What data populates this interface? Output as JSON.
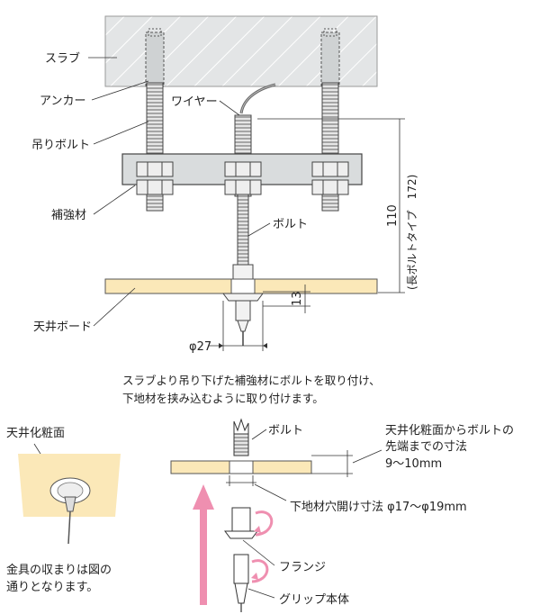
{
  "labels": {
    "slab": "スラブ",
    "anchor": "アンカー",
    "hanging_bolt": "吊りボルト",
    "reinforcement": "補強材",
    "wire": "ワイヤー",
    "bolt": "ボルト",
    "ceiling_board": "天井ボード",
    "diameter": "φ27",
    "dim_thickness": "13",
    "dim_length": "110",
    "dim_long_bolt": "(長ボルトタイプ　172)"
  },
  "description": {
    "line1": "スラブより吊り下げた補強材にボルトを取り付け、",
    "line2": "下地材を挟み込むように取り付けます。"
  },
  "detail": {
    "ceiling_surface": "天井化粧面",
    "fitting_note_line1": "金具の収まりは図の",
    "fitting_note_line2": "通りとなります。",
    "bolt": "ボルト",
    "bolt_tip_line1": "天井化粧面からボルトの",
    "bolt_tip_line2": "先端までの寸法",
    "bolt_tip_line3": "9～10mm",
    "hole_size": "下地材穴開け寸法 φ17～φ19mm",
    "flange": "フランジ",
    "grip_body": "グリップ本体"
  },
  "colors": {
    "slab_fill": "#e3e5e6",
    "board_fill": "#fbe8b8",
    "steel_fill": "#d9dcdd",
    "arrow_pink": "#ef8fb0",
    "line": "#333333"
  }
}
